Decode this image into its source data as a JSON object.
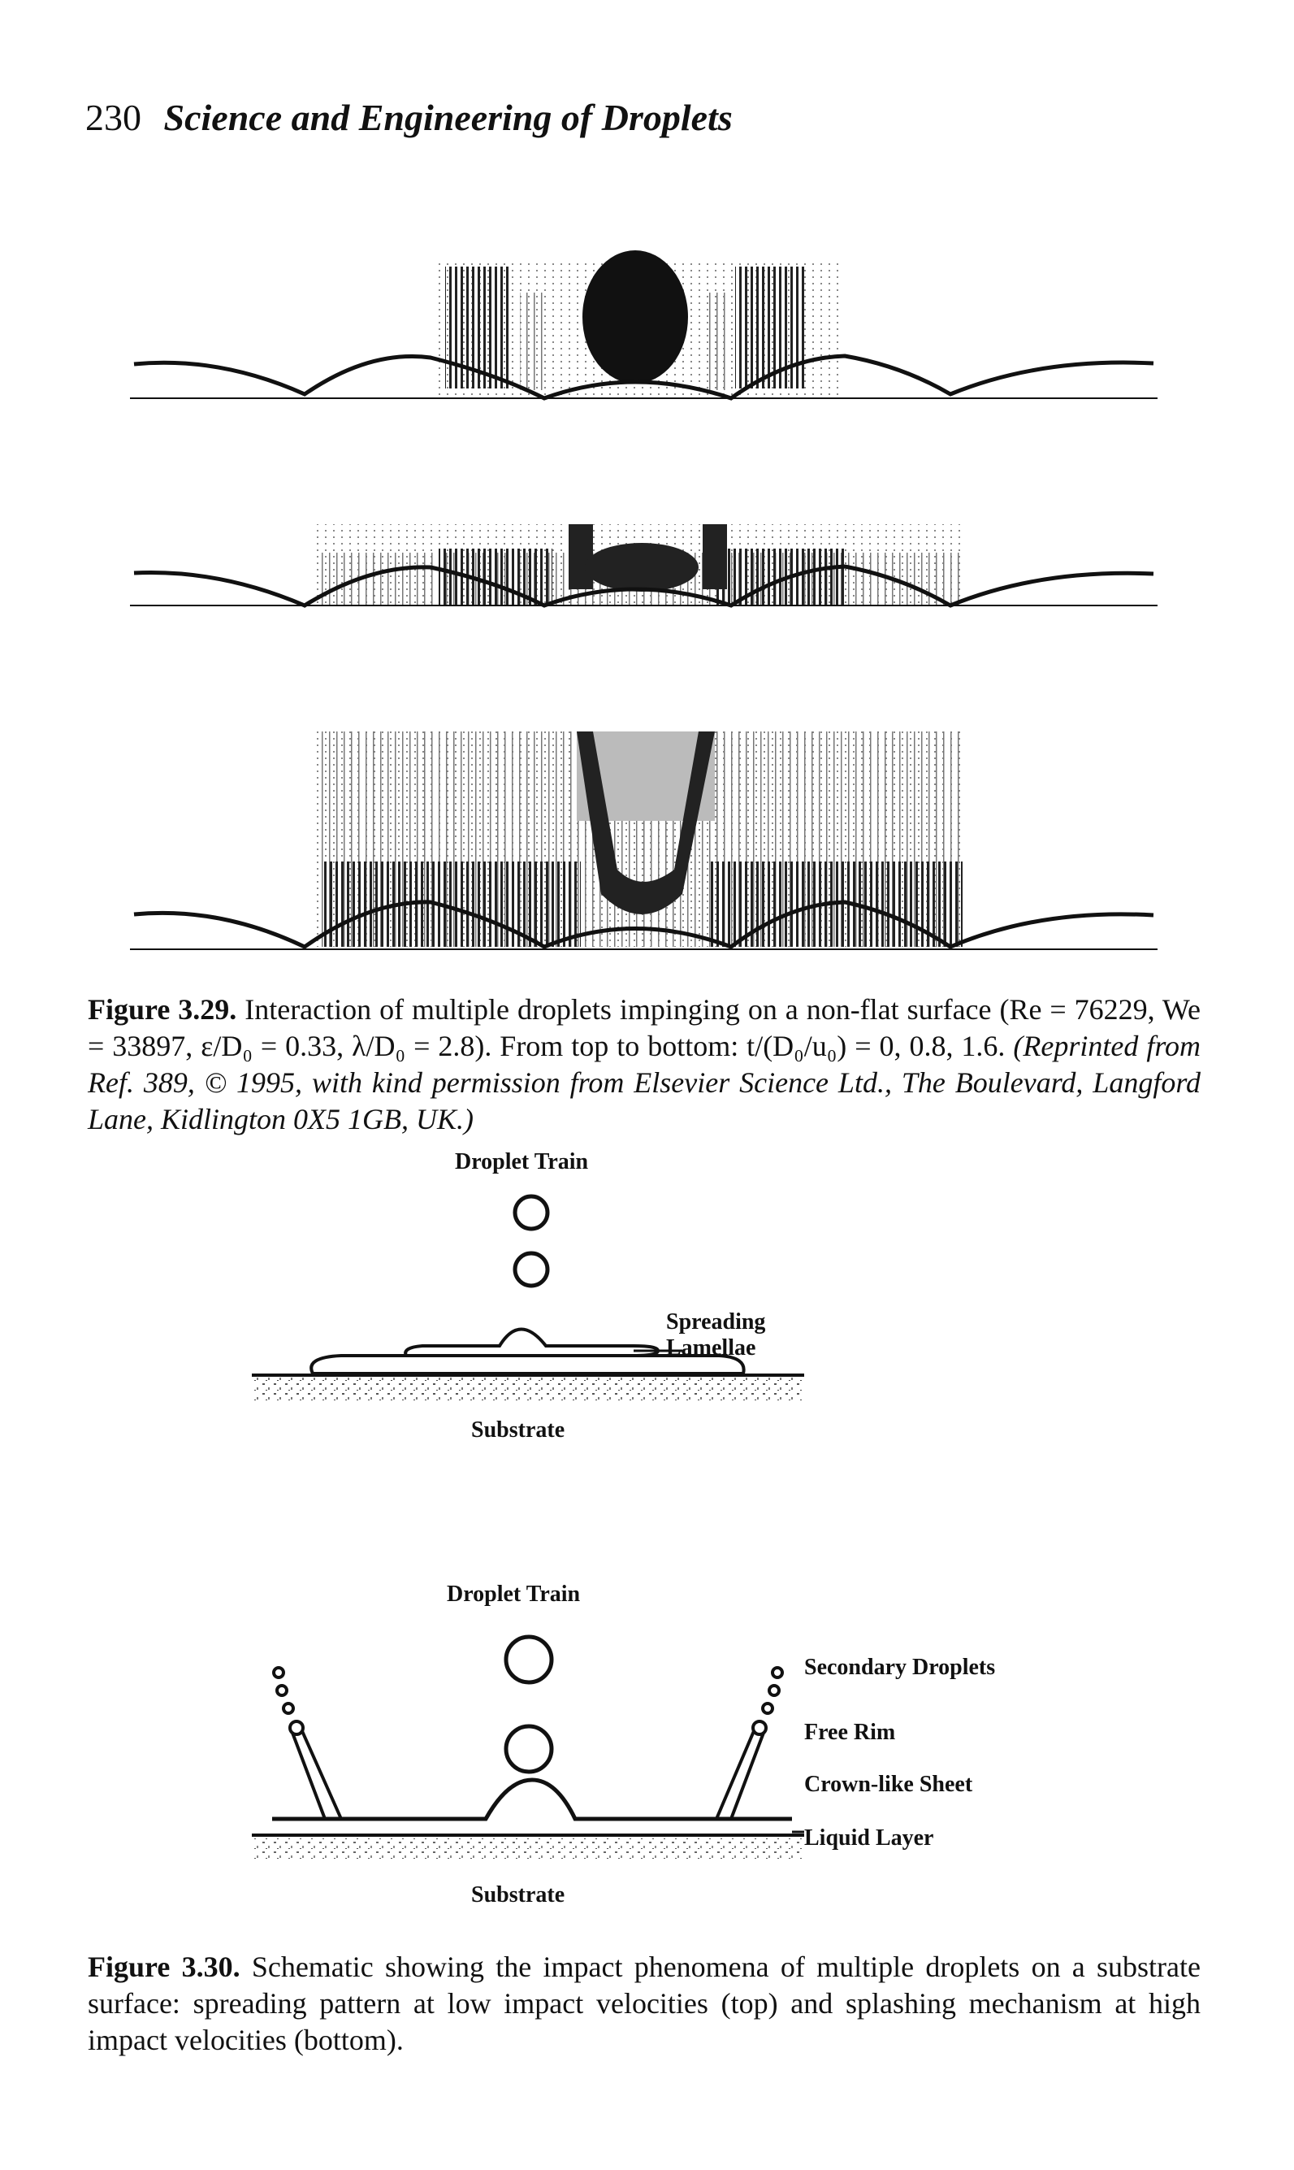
{
  "header": {
    "page_number": "230",
    "book_title": "Science and Engineering of Droplets"
  },
  "figure_329": {
    "label": "Figure 3.29.",
    "caption_main": "Interaction of multiple droplets impinging on a non-flat surface (Re = 76229, We = 33897, ε/D₀ = 0.33, λ/D₀ = 2.8). From top to bottom: t/(D₀/u₀) = 0, 0.8, 1.6.",
    "caption_credit": "(Reprinted from Ref. 389, © 1995, with kind permission from Elsevier Science Ltd., The Boulevard, Langford Lane, Kidlington 0X5 1GB, UK.)"
  },
  "figure_330_top": {
    "droplet_train": "Droplet Train",
    "spreading": "Spreading",
    "lamellae": "Lamellae",
    "substrate": "Substrate"
  },
  "figure_330_bottom": {
    "droplet_train": "Droplet Train",
    "secondary_droplets": "Secondary Droplets",
    "free_rim": "Free Rim",
    "crown_sheet": "Crown-like Sheet",
    "liquid_layer": "Liquid Layer",
    "substrate": "Substrate"
  },
  "figure_330": {
    "label": "Figure 3.30.",
    "caption_main": "Schematic showing the impact phenomena of multiple droplets on a substrate surface: spreading pattern at low impact velocities (top) and splashing mechanism at high impact velocities (bottom)."
  }
}
